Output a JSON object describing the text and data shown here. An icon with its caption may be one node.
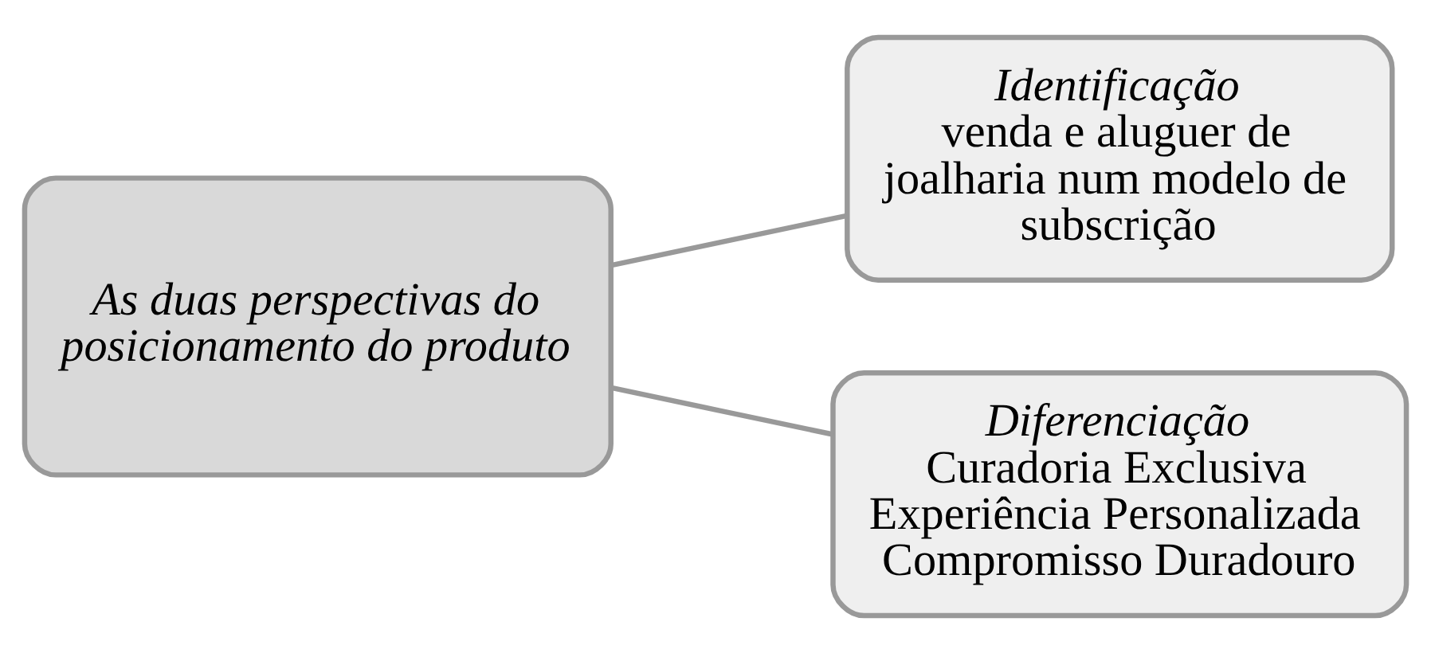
{
  "diagram": {
    "nodes": [
      {
        "text": [
          "As duas perspectivas do posicionamento do produto"
        ]
      },
      {
        "text": [
          "Identificação",
          "venda e aluguer de joalharia num modelo de subscrição"
        ]
      },
      {
        "text": [
          "Diferenciação",
          "Curadoria Exclusiva",
          "Experiência Personalizada",
          "Compromisso Duradouro"
        ]
      }
    ],
    "edges": [
      {
        "from": 0,
        "to": 1,
        "arrow": "none"
      },
      {
        "from": 0,
        "to": 2,
        "arrow": "none"
      }
    ]
  }
}
